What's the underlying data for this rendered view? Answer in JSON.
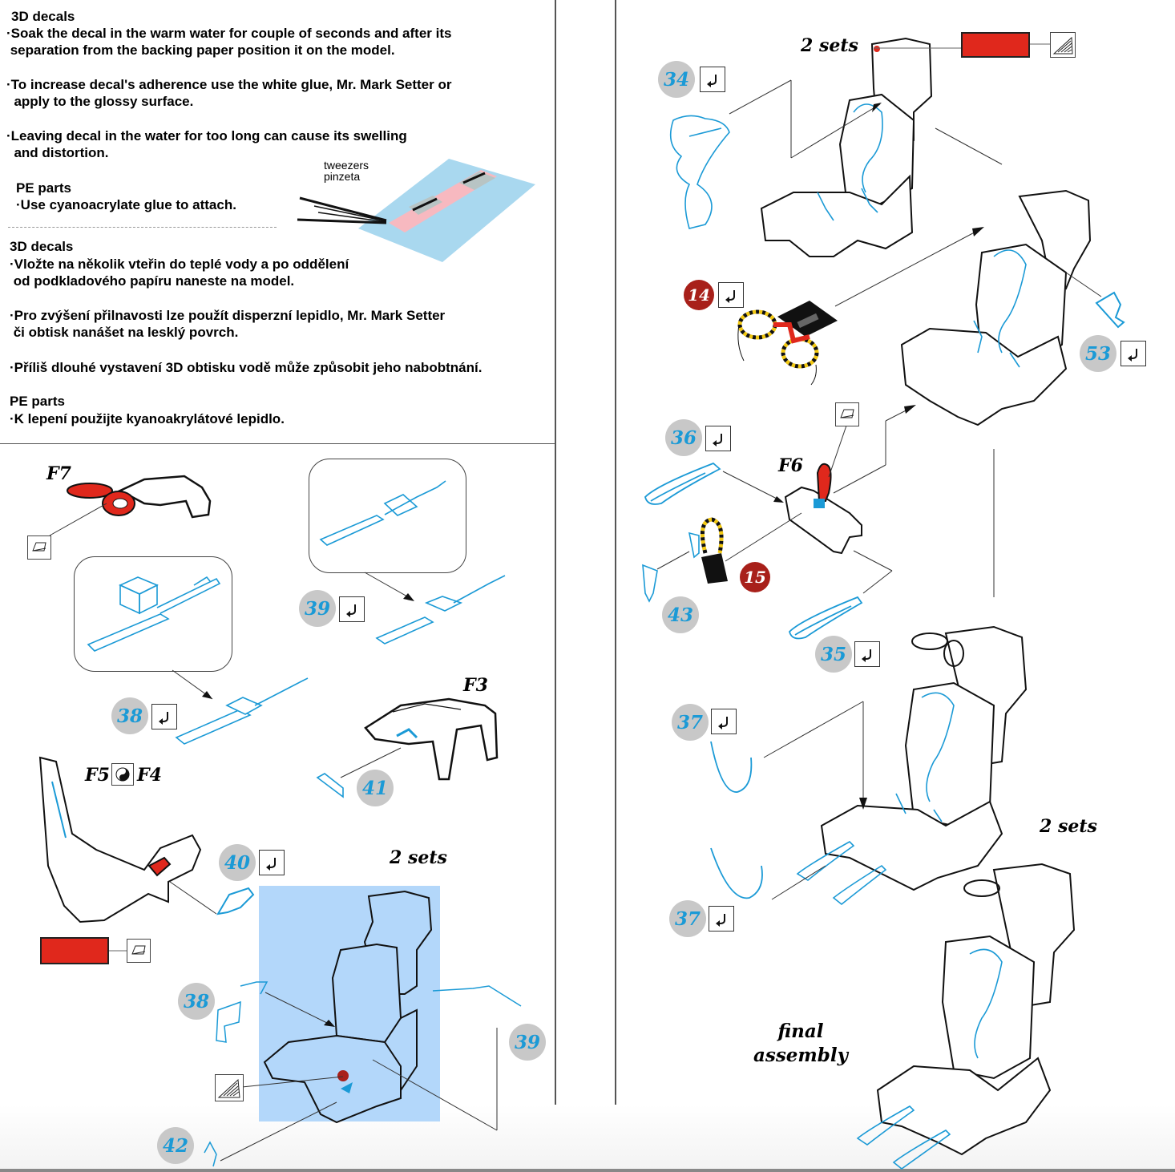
{
  "colors": {
    "decal_red": "#e0281c",
    "pe_blue": "#1b9ad6",
    "badge_grey": "#c8c8c8",
    "badge_red": "#a8201a",
    "highlight_blue": "#b3d7fa",
    "decal_sheet_blue": "#a9d8ef",
    "decal_sheet_pink": "#f7b9c0"
  },
  "instructions_en": {
    "decals_heading": "3D decals",
    "decals_step1": "·Soak the decal in the warm water for couple of seconds and after its\n separation from the backing paper position it on the model.",
    "decals_step2": "·To increase decal's adherence use the white glue, Mr. Mark Setter or\n  apply to the glossy surface.",
    "decals_step3": "·Leaving decal in the water for too long can cause its swelling\n  and distortion.",
    "pe_heading": "PE parts",
    "pe_step1": "·Use cyanoacrylate glue to attach."
  },
  "instructions_cz": {
    "decals_heading": "3D decals",
    "decals_step1": "·Vložte na několik vteřin do teplé vody a po oddělení\n od podkladového papíru naneste na model.",
    "decals_step2": "·Pro zvýšení přilnavosti lze použít disperzní lepidlo, Mr. Mark Setter\n či obtisk nanášet na lesklý povrch.",
    "decals_step3": "·Příliš dlouhé vystavení 3D obtisku vodě může způsobit jeho nabobtnání.",
    "pe_heading": "PE parts",
    "pe_step1": "·K lepení použijte kyanoakrylátové lepidlo."
  },
  "tweezers_label": "tweezers\npinzeta",
  "left_panel": {
    "part_f7": "F7",
    "part_f3": "F3",
    "part_f5": "F5",
    "part_f4": "F4",
    "sets_label": "2 sets",
    "steps": [
      "38",
      "39",
      "38",
      "40",
      "41",
      "42",
      "39"
    ]
  },
  "right_panel": {
    "part_f6": "F6",
    "sets_label_top": "2 sets",
    "sets_label_bottom": "2 sets",
    "final_label": "final\nassembly",
    "steps": [
      "34",
      "14",
      "53",
      "36",
      "15",
      "43",
      "35",
      "37",
      "37"
    ]
  },
  "icons": {
    "bend": "bend-arrow-icon",
    "decal": "decal-apply-icon",
    "pe": "photo-etch-icon",
    "both_sides": "yin-yang-icon"
  }
}
